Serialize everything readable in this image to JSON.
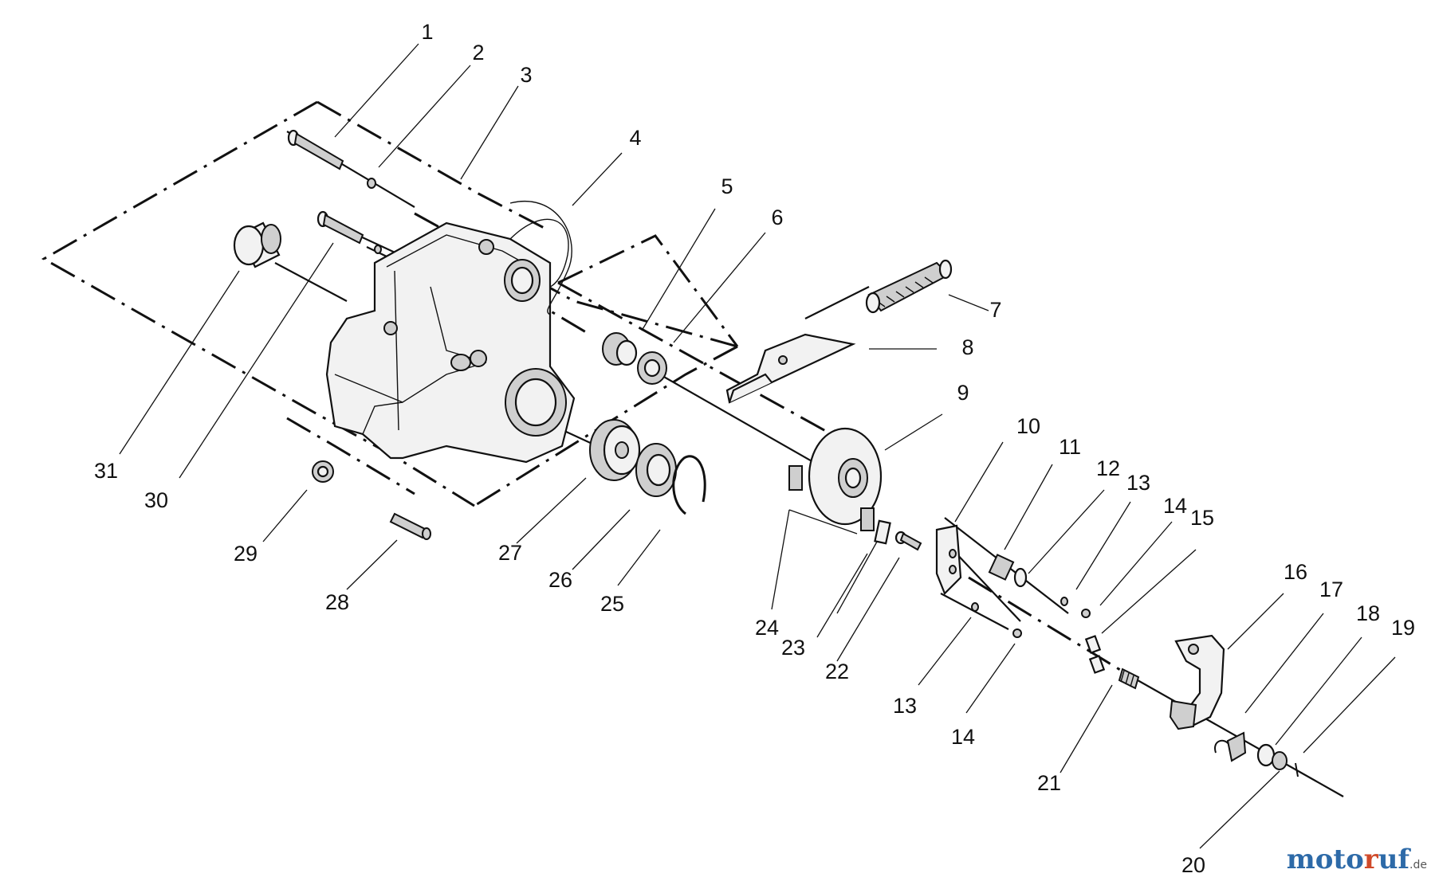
{
  "diagram": {
    "part_labels": [
      "1",
      "2",
      "3",
      "4",
      "5",
      "6",
      "7",
      "8",
      "9",
      "10",
      "11",
      "12",
      "13",
      "14",
      "15",
      "16",
      "17",
      "18",
      "19",
      "20",
      "21",
      "22",
      "23",
      "24",
      "25",
      "26",
      "27",
      "28",
      "29",
      "30",
      "31",
      "13",
      "14"
    ]
  },
  "watermark": {
    "part_a": "moto",
    "part_b": "r",
    "part_c": "uf",
    "tld": ".de"
  }
}
